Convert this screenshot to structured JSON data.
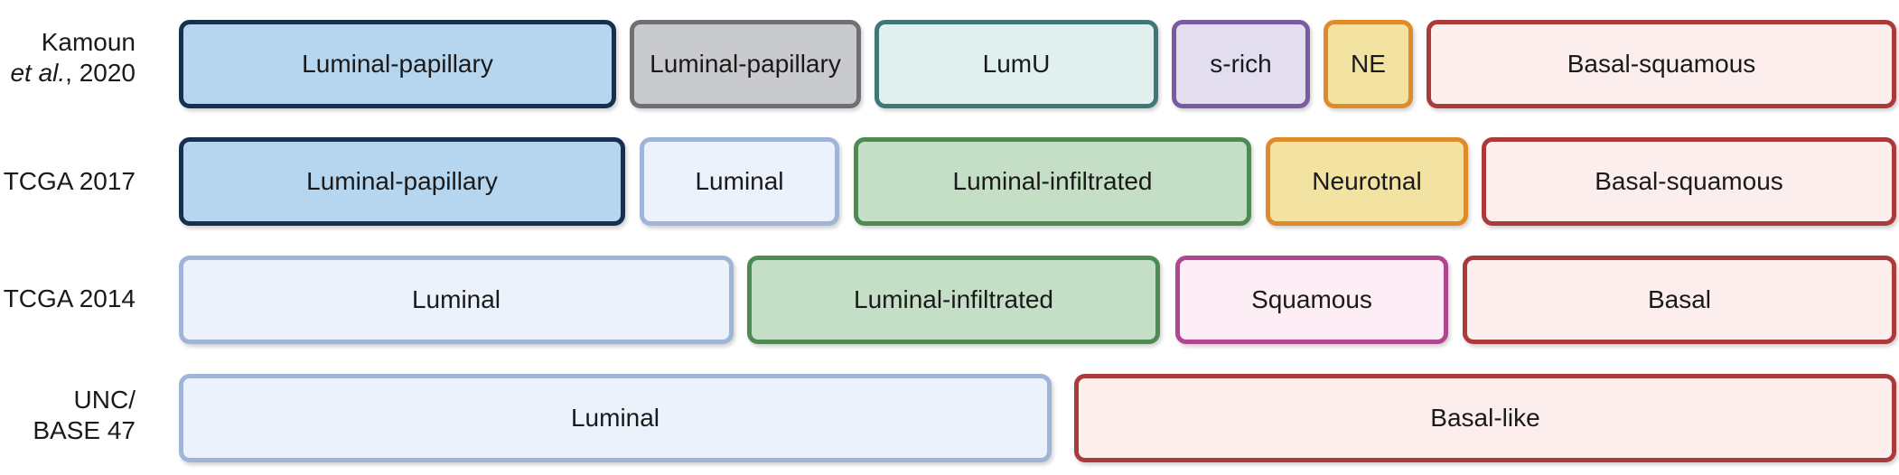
{
  "rows": [
    {
      "label_line1": "Kamoun",
      "label_italic": "et al.",
      "label_rest": ", 2020",
      "boxes": [
        {
          "label": "Luminal-papillary",
          "color": "#b6d5ef"
        },
        {
          "label": "Luminal-papillary",
          "color": "#c9cacd"
        },
        {
          "label": "LumU",
          "color": "#dff0ee"
        },
        {
          "label": "s-rich",
          "color": "#e2deef"
        },
        {
          "label": "NE",
          "color": "#f2e3a3"
        },
        {
          "label": "Basal-squamous",
          "color": "#fdeeee"
        }
      ]
    },
    {
      "label": "TCGA 2017",
      "boxes": [
        {
          "label": "Luminal-papillary",
          "color": "#b6d5ef"
        },
        {
          "label": "Luminal",
          "color": "#ebf2fc"
        },
        {
          "label": "Luminal-infiltrated",
          "color": "#c4dfc6"
        },
        {
          "label": "Neurotnal",
          "color": "#f2e3a3"
        },
        {
          "label": "Basal-squamous",
          "color": "#fdeeee"
        }
      ]
    },
    {
      "label": "TCGA 2014",
      "boxes": [
        {
          "label": "Luminal",
          "color": "#ebf2fc"
        },
        {
          "label": "Luminal-infiltrated",
          "color": "#c4dfc6"
        },
        {
          "label": "Squamous",
          "color": "#fdeef6"
        },
        {
          "label": "Basal",
          "color": "#fdeeee"
        }
      ]
    },
    {
      "label_line1": "UNC/",
      "label_line2": "BASE 47",
      "boxes": [
        {
          "label": "Luminal",
          "color": "#ebf2fc"
        },
        {
          "label": "Basal-like",
          "color": "#fdeeee"
        }
      ]
    }
  ]
}
